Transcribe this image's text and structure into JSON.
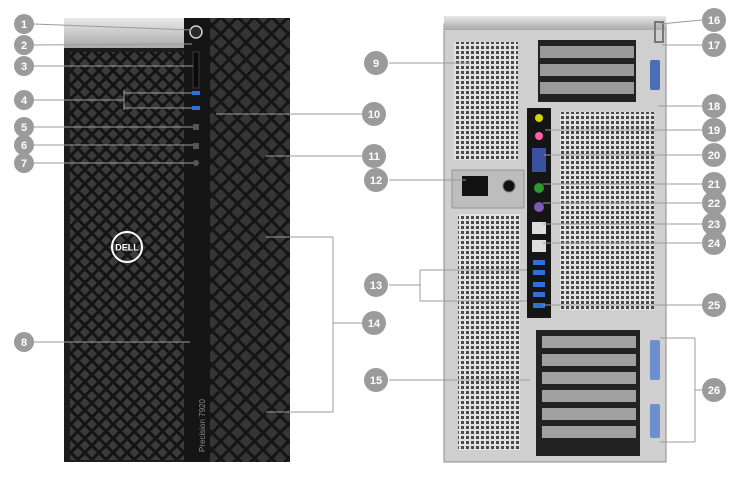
{
  "brand": {
    "logo_text": "DELL"
  },
  "front": {
    "model_label": "Precision 7920"
  },
  "callouts": [
    "1",
    "2",
    "3",
    "4",
    "5",
    "6",
    "7",
    "8",
    "9",
    "10",
    "11",
    "12",
    "13",
    "14",
    "15",
    "16",
    "17",
    "18",
    "19",
    "20",
    "21",
    "22",
    "23",
    "24",
    "25",
    "26"
  ],
  "colors": {
    "chassis": "#1c1c1c",
    "mesh": "#3a3a3a",
    "callout": "#9b9b9b",
    "metal": "#c9c9c9",
    "usb_blue": "#2f6fd6",
    "clip_blue": "#6e8fcf"
  }
}
